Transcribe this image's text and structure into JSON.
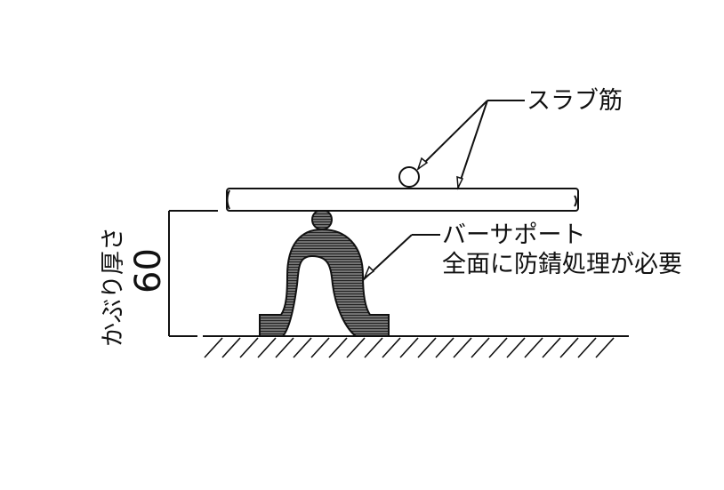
{
  "labels": {
    "slab_rebar": "スラブ筋",
    "bar_support": "バーサポート",
    "rust_note": "全面に防錆処理が必要",
    "cover_label": "かぶり厚さ",
    "cover_value": "60"
  },
  "colors": {
    "ink": "#111111",
    "background": "#ffffff"
  }
}
